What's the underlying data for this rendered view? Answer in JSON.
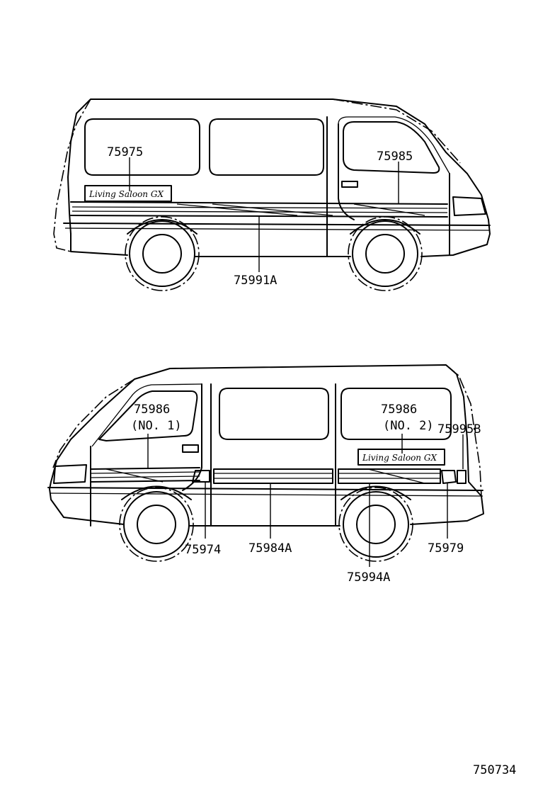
{
  "diagram": {
    "upper_view": {
      "labels": {
        "p75975": "75975",
        "p75985": "75985",
        "p75991A": "75991A"
      },
      "emblem_text": "Living Saloon GX"
    },
    "lower_view": {
      "labels": {
        "p75986_no1": "75986",
        "p75986_no1_sub": "(NO. 1)",
        "p75986_no2": "75986",
        "p75986_no2_sub": "(NO. 2)",
        "p75995B": "75995B",
        "p75974": "75974",
        "p75984A": "75984A",
        "p75994A": "75994A",
        "p75979": "75979"
      },
      "emblem_text": "Living Saloon GX"
    },
    "figure_number": "750734"
  }
}
